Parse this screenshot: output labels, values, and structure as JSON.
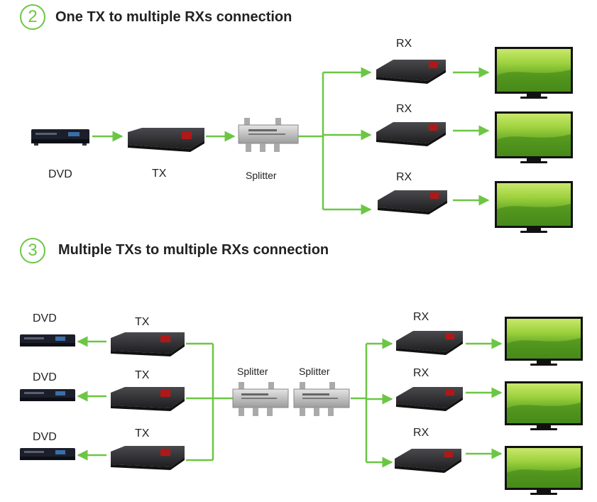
{
  "section2": {
    "number": "2",
    "title": "One TX to multiple RXs connection",
    "labels": {
      "dvd": "DVD",
      "tx": "TX",
      "splitter": "Splitter",
      "rx": [
        "RX",
        "RX",
        "RX"
      ]
    }
  },
  "section3": {
    "number": "3",
    "title": "Multiple TXs to multiple RXs connection",
    "labels": {
      "dvd": [
        "DVD",
        "DVD",
        "DVD"
      ],
      "tx": [
        "TX",
        "TX",
        "TX"
      ],
      "splitter": [
        "Splitter",
        "Splitter"
      ],
      "rx": [
        "RX",
        "RX",
        "RX"
      ]
    }
  },
  "colors": {
    "accent": "#6cc644",
    "device": "#2a2a2c",
    "tv_frame": "#111111",
    "screen_green": "#7bbf2c",
    "splitter": "#b7b7b7"
  },
  "icons": [
    "dvd-player-icon",
    "tx-extender-icon",
    "rx-extender-icon",
    "splitter-icon",
    "tv-icon",
    "arrow-icon"
  ]
}
